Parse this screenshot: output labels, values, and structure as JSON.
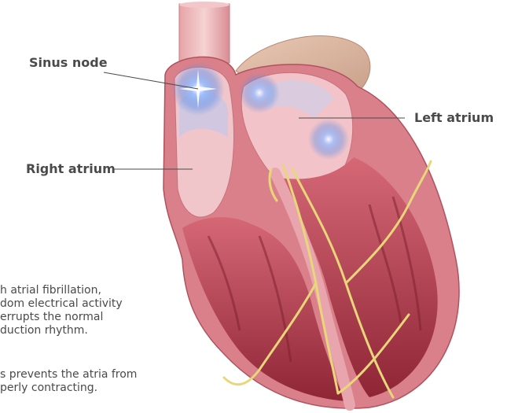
{
  "labels": {
    "sinus_node": "Sinus node",
    "left_atrium": "Left atrium",
    "right_atrium": "Right atrium"
  },
  "description": {
    "line1": "h atrial fibrillation,",
    "line2": "dom electrical activity",
    "line3": "errupts the normal",
    "line4": "duction rhythm.",
    "line5": "s prevents the atria from",
    "line6": "perly contracting."
  },
  "colors": {
    "text": "#4a4a4a",
    "leader_line": "#4a4a4a",
    "heart_wall": "#d9808a",
    "heart_muscle": "#b33b4c",
    "chamber": "#f2c3c8",
    "electric_glow": "#5f8fe6",
    "conduction_path": "#e8d77a"
  }
}
